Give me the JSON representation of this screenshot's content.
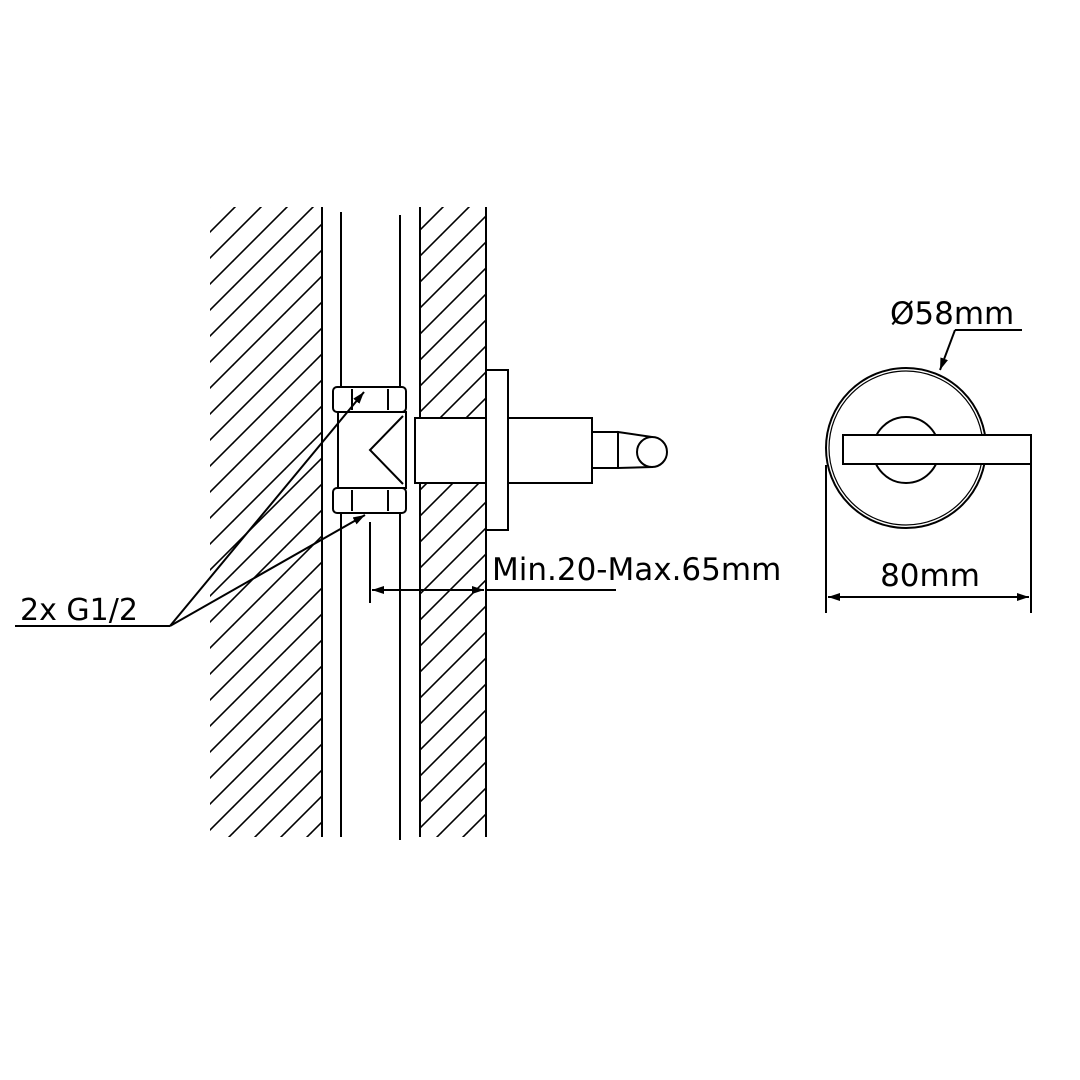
{
  "labels": {
    "thread": "2x G1/2",
    "depth_range": "Min.20-Max.65mm",
    "diameter": "Ø58mm",
    "lever_length": "80mm"
  },
  "colors": {
    "line": "#000000",
    "background": "#ffffff"
  }
}
